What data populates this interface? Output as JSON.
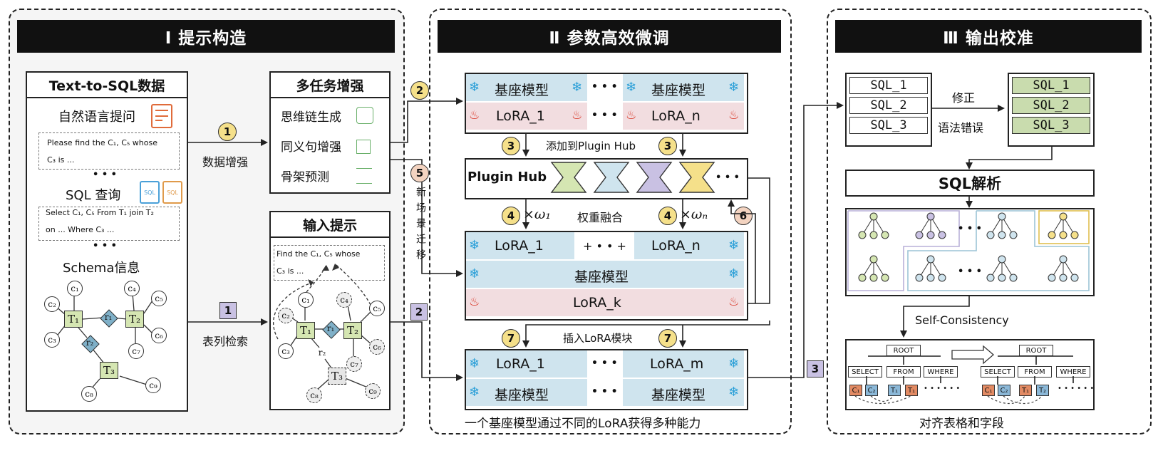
{
  "sections": {
    "one": {
      "title": "Ⅰ 提示构造"
    },
    "two": {
      "title": "Ⅱ 参数高效微调"
    },
    "three": {
      "title": "Ⅲ 输出校准"
    }
  },
  "s1": {
    "data_box": {
      "title": "Text-to-SQL数据",
      "nl_label": "自然语言提问",
      "nl_example_1": "Please find the C₁, C₅ whose",
      "nl_example_2": "C₃ is ...",
      "sql_label": "SQL 查询",
      "sql_example_1": "Select C₁, C₅ From T₁ join T₂",
      "sql_example_2": "on ... Where C₃ ...",
      "schema_label": "Schema信息",
      "dots": "• • •",
      "icon_doc": "SQL"
    },
    "multi_task": {
      "title": "多任务增强",
      "item1": "思维链生成",
      "item2": "同义句增强",
      "item3": "骨架预测"
    },
    "input_prompt": {
      "title": "输入提示",
      "text_1": "Find the C₁, C₅ whose",
      "text_2": "C₃ is ..."
    },
    "arrow_data_aug": "数据增强",
    "arrow_col_retrieval": "表列检索",
    "migrate_label": "新场景迁移",
    "step1": "1",
    "sq1": "1"
  },
  "graph": {
    "tables": [
      "T₁",
      "T₂",
      "T₃"
    ],
    "rels": [
      "r₁",
      "r₂"
    ],
    "cols": [
      "c₁",
      "c₂",
      "c₃",
      "c₄",
      "c₅",
      "c₆",
      "c₇",
      "c₈",
      "c₉"
    ]
  },
  "s2": {
    "top_base_1": "基座模型",
    "top_base_2": "基座模型",
    "top_lora_1": "LoRA_1",
    "top_lora_n": "LoRA_n",
    "dots": "• • •",
    "add_hub": "添加到Plugin Hub",
    "plugin_hub": "Plugin Hub",
    "weight_fuse": "权重融合",
    "w1": "×ω₁",
    "wn": "×ωₙ",
    "mid_lora_1": "LoRA_1",
    "mid_lora_n": "LoRA_n",
    "mid_plus": "+ • • +",
    "mid_base": "基座模型",
    "mid_lora_k": "LoRA_k",
    "insert_lora": "插入LoRA模块",
    "bot_lora_1": "LoRA_1",
    "bot_lora_m": "LoRA_m",
    "bot_base_1": "基座模型",
    "bot_base_2": "基座模型",
    "caption": "一个基座模型通过不同的LoRA获得多种能力",
    "n2": "2",
    "n3": "3",
    "n4": "4",
    "n5": "5",
    "n6": "6",
    "n7": "7",
    "sq2": "2"
  },
  "s3": {
    "sql_left": [
      "SQL_1",
      "SQL_2",
      "SQL_3"
    ],
    "sql_right": [
      "SQL_1",
      "SQL_2",
      "SQL_3"
    ],
    "fix_label_1": "修正",
    "fix_label_2": "语法错误",
    "parse_label": "SQL解析",
    "self_consistency": "Self-Consistency",
    "tree_root": "ROOT",
    "tree_select": "SELECT",
    "tree_from": "FROM",
    "tree_where": "WHERE",
    "tree_dots": "• • • • • •",
    "caption": "对齐表格和字段",
    "sq3": "3",
    "dots": "• • •",
    "cols_left": [
      "C₁",
      "C₂",
      "T₁",
      "T₁"
    ],
    "cols_right": [
      "C₁",
      "C₂",
      "T₁",
      "T₂"
    ]
  },
  "colors": {
    "green": "#d5e6b2",
    "blue": "#cfe4ee",
    "pink": "#f2dde0",
    "purple": "#c9c1e3",
    "yellow": "#f5e08a",
    "orange": "#e28a63"
  }
}
